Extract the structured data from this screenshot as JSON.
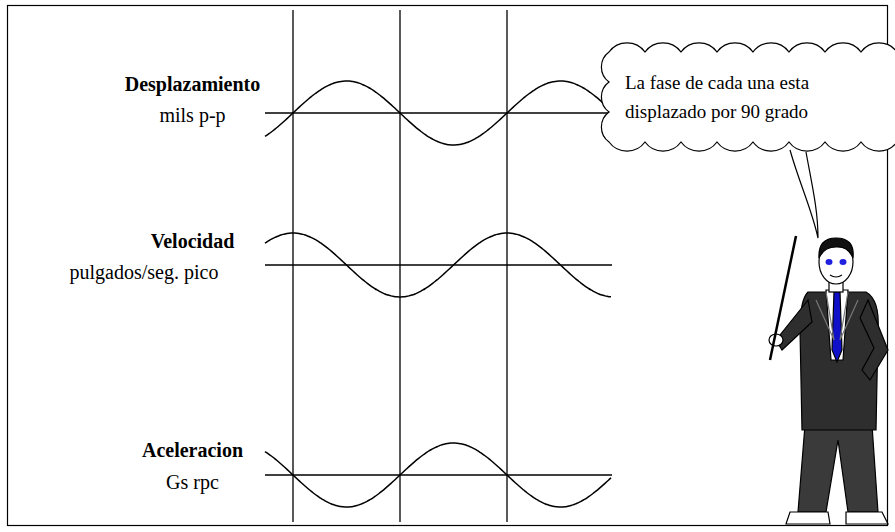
{
  "diagram": {
    "nodes": [
      {
        "text": [
          "La fase de cada una esta displazado por 90 grado"
        ]
      }
    ],
    "labels": [
      "Desplazamiento",
      "mils p-p",
      "Velocidad",
      "pulgados/seg. pico",
      "Aceleracion",
      "Gs rpc"
    ]
  }
}
